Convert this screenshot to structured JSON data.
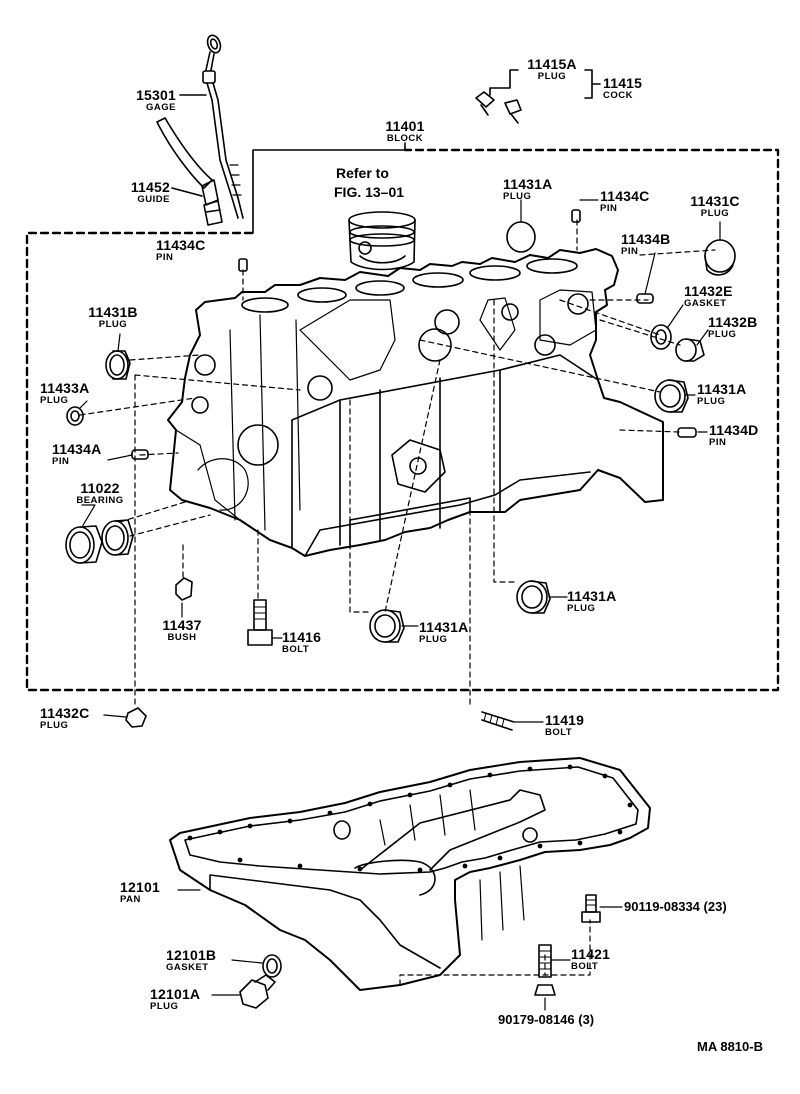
{
  "callouts": [
    {
      "part": "15301",
      "name": "GAGE"
    },
    {
      "part": "11452",
      "name": "GUIDE"
    },
    {
      "part": "11415A",
      "name": "PLUG"
    },
    {
      "part": "11415",
      "name": "COCK"
    },
    {
      "part": "11401",
      "name": "BLOCK"
    },
    {
      "part": "11431A",
      "name": "PLUG"
    },
    {
      "part": "11434C",
      "name": "PIN"
    },
    {
      "part": "11431C",
      "name": "PLUG"
    },
    {
      "part": "11434C",
      "name": "PIN"
    },
    {
      "part": "11434B",
      "name": "PIN"
    },
    {
      "part": "11432E",
      "name": "GASKET"
    },
    {
      "part": "11431B",
      "name": "PLUG"
    },
    {
      "part": "11432B",
      "name": "PLUG"
    },
    {
      "part": "11433A",
      "name": "PLUG"
    },
    {
      "part": "11431A",
      "name": "PLUG"
    },
    {
      "part": "11434A",
      "name": "PIN"
    },
    {
      "part": "11434D",
      "name": "PIN"
    },
    {
      "part": "11022",
      "name": "BEARING"
    },
    {
      "part": "11431A",
      "name": "PLUG"
    },
    {
      "part": "11437",
      "name": "BUSH"
    },
    {
      "part": "11416",
      "name": "BOLT"
    },
    {
      "part": "11431A",
      "name": "PLUG"
    },
    {
      "part": "11432C",
      "name": "PLUG"
    },
    {
      "part": "11419",
      "name": "BOLT"
    },
    {
      "part": "12101",
      "name": "PAN"
    },
    {
      "part": "90119-08334 (23)",
      "name": ""
    },
    {
      "part": "12101B",
      "name": "GASKET"
    },
    {
      "part": "11421",
      "name": "BOLT"
    },
    {
      "part": "12101A",
      "name": "PLUG"
    },
    {
      "part": "90179-08146 (3)",
      "name": ""
    }
  ],
  "reference": {
    "line1": "Refer to",
    "line2": "FIG. 13–01"
  },
  "drawing_code": "MA 8810-B"
}
